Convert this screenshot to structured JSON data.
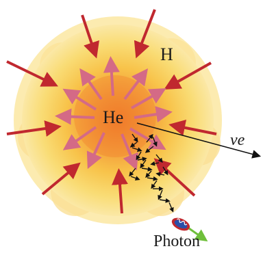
{
  "labels": {
    "hydrogen": "H",
    "helium": "He",
    "neutrino": "νe",
    "photon": "Photon"
  },
  "colors": {
    "inflow_arrow": "#c0282f",
    "outflow_arrow": "#d46a86",
    "core_glow": "#f08a2e",
    "outer_glow": "#f7d56b",
    "photon_arrow": "#6fbf3b",
    "random_walk": "#111111"
  },
  "icons": {
    "photon": "photon-wave-icon"
  }
}
